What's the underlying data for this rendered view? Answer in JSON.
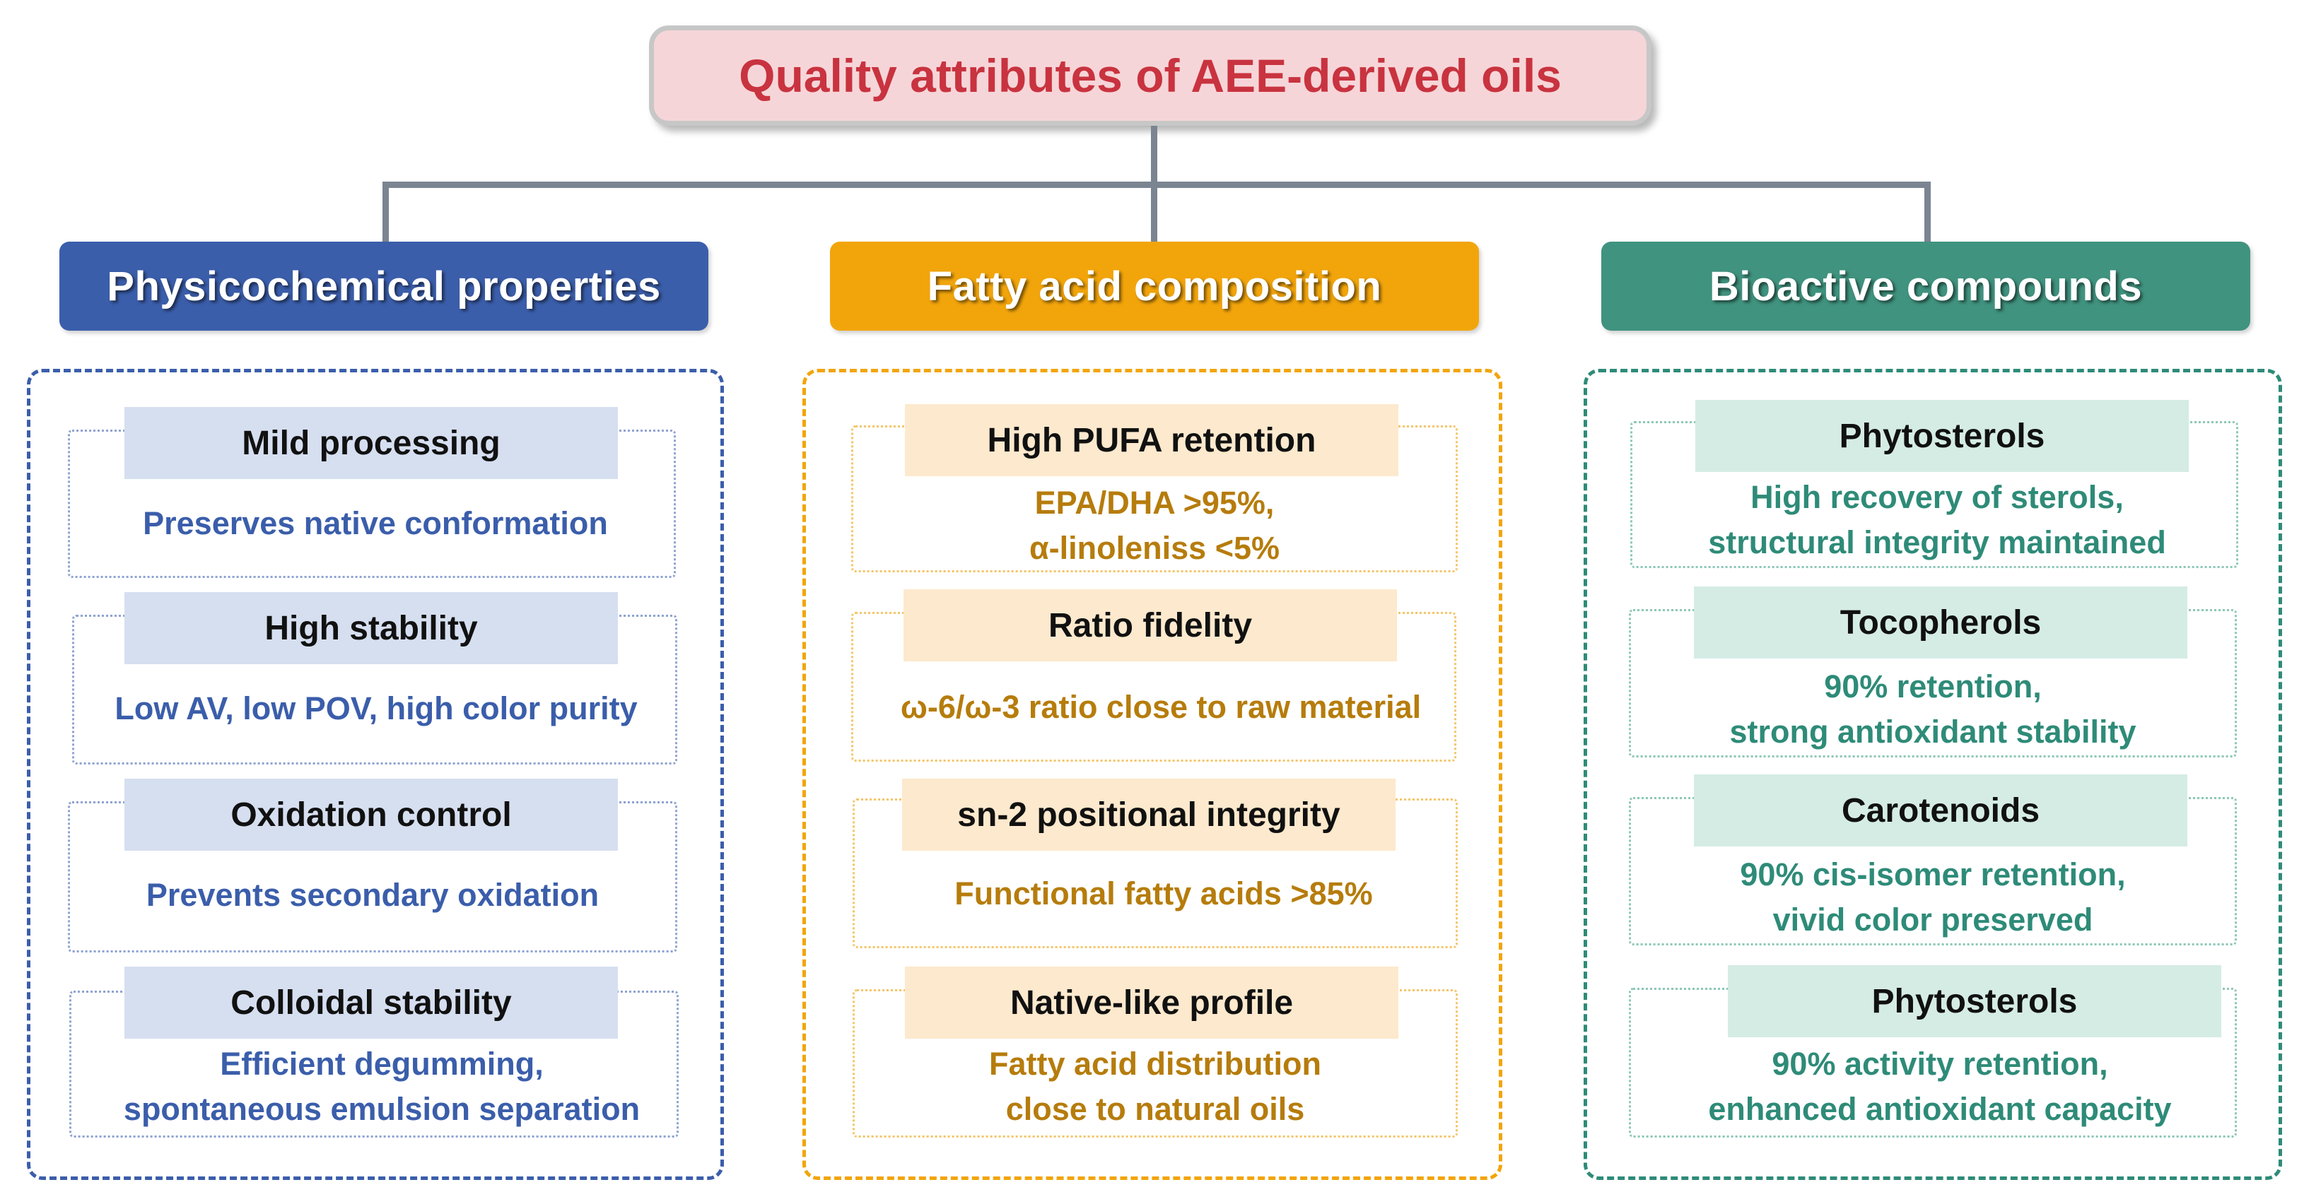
{
  "title": "Quality attributes of AEE-derived oils",
  "colors": {
    "title_text": "#c8333f",
    "title_fill": "#f6d5d8",
    "connector": "#7a8591",
    "blue": "#3b5eab",
    "orange": "#f2a50b",
    "teal": "#2e8b78"
  },
  "columns": [
    {
      "header": "Physicochemical properties",
      "items": [
        {
          "title": "Mild processing",
          "desc": [
            "Preserves native conformation"
          ]
        },
        {
          "title": "High stability",
          "desc": [
            "Low AV, low POV, high color purity"
          ]
        },
        {
          "title": "Oxidation control",
          "desc": [
            "Prevents secondary oxidation"
          ]
        },
        {
          "title": "Colloidal stability",
          "desc": [
            "Efficient degumming,",
            "spontaneous emulsion separation"
          ]
        }
      ]
    },
    {
      "header": "Fatty acid composition",
      "items": [
        {
          "title": "High PUFA retention",
          "desc": [
            "EPA/DHA >95%,",
            "α-linoleniss <5%"
          ]
        },
        {
          "title": "Ratio fidelity",
          "desc": [
            "ω-6/ω-3 ratio close to raw material"
          ]
        },
        {
          "title": "sn-2 positional integrity",
          "desc": [
            "Functional fatty acids >85%"
          ]
        },
        {
          "title": "Native-like profile",
          "desc": [
            "Fatty acid distribution",
            "close to natural oils"
          ]
        }
      ]
    },
    {
      "header": "Bioactive compounds",
      "items": [
        {
          "title": "Phytosterols",
          "desc": [
            "High recovery of sterols,",
            "structural integrity maintained"
          ]
        },
        {
          "title": "Tocopherols",
          "desc": [
            "90% retention,",
            "strong antioxidant stability"
          ]
        },
        {
          "title": "Carotenoids",
          "desc": [
            "90% cis-isomer retention,",
            "vivid color preserved"
          ]
        },
        {
          "title": "Phytosterols",
          "desc": [
            "90% activity retention,",
            "enhanced antioxidant capacity"
          ]
        }
      ]
    }
  ]
}
